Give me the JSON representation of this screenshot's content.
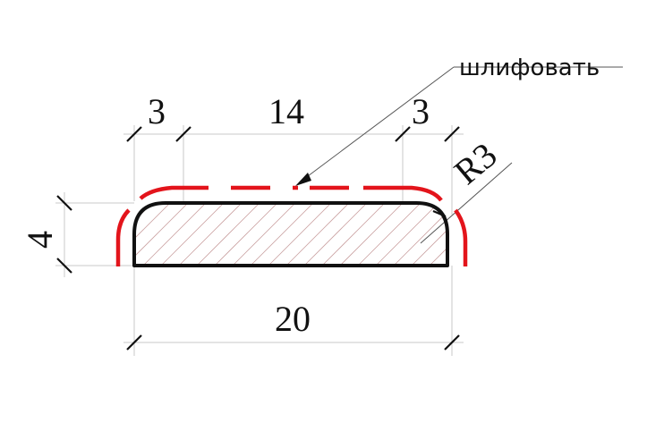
{
  "drawing": {
    "note": "шлифовать",
    "dimensions": {
      "left_edge": "3",
      "middle_flat": "14",
      "right_edge": "3",
      "total_width": "20",
      "height": "4",
      "radius": "R3"
    },
    "colors": {
      "outline": "#111111",
      "grind_line": "#e3141b",
      "hatch": "#c9a0a0",
      "dimension_lines": "#c8c8c8"
    }
  }
}
